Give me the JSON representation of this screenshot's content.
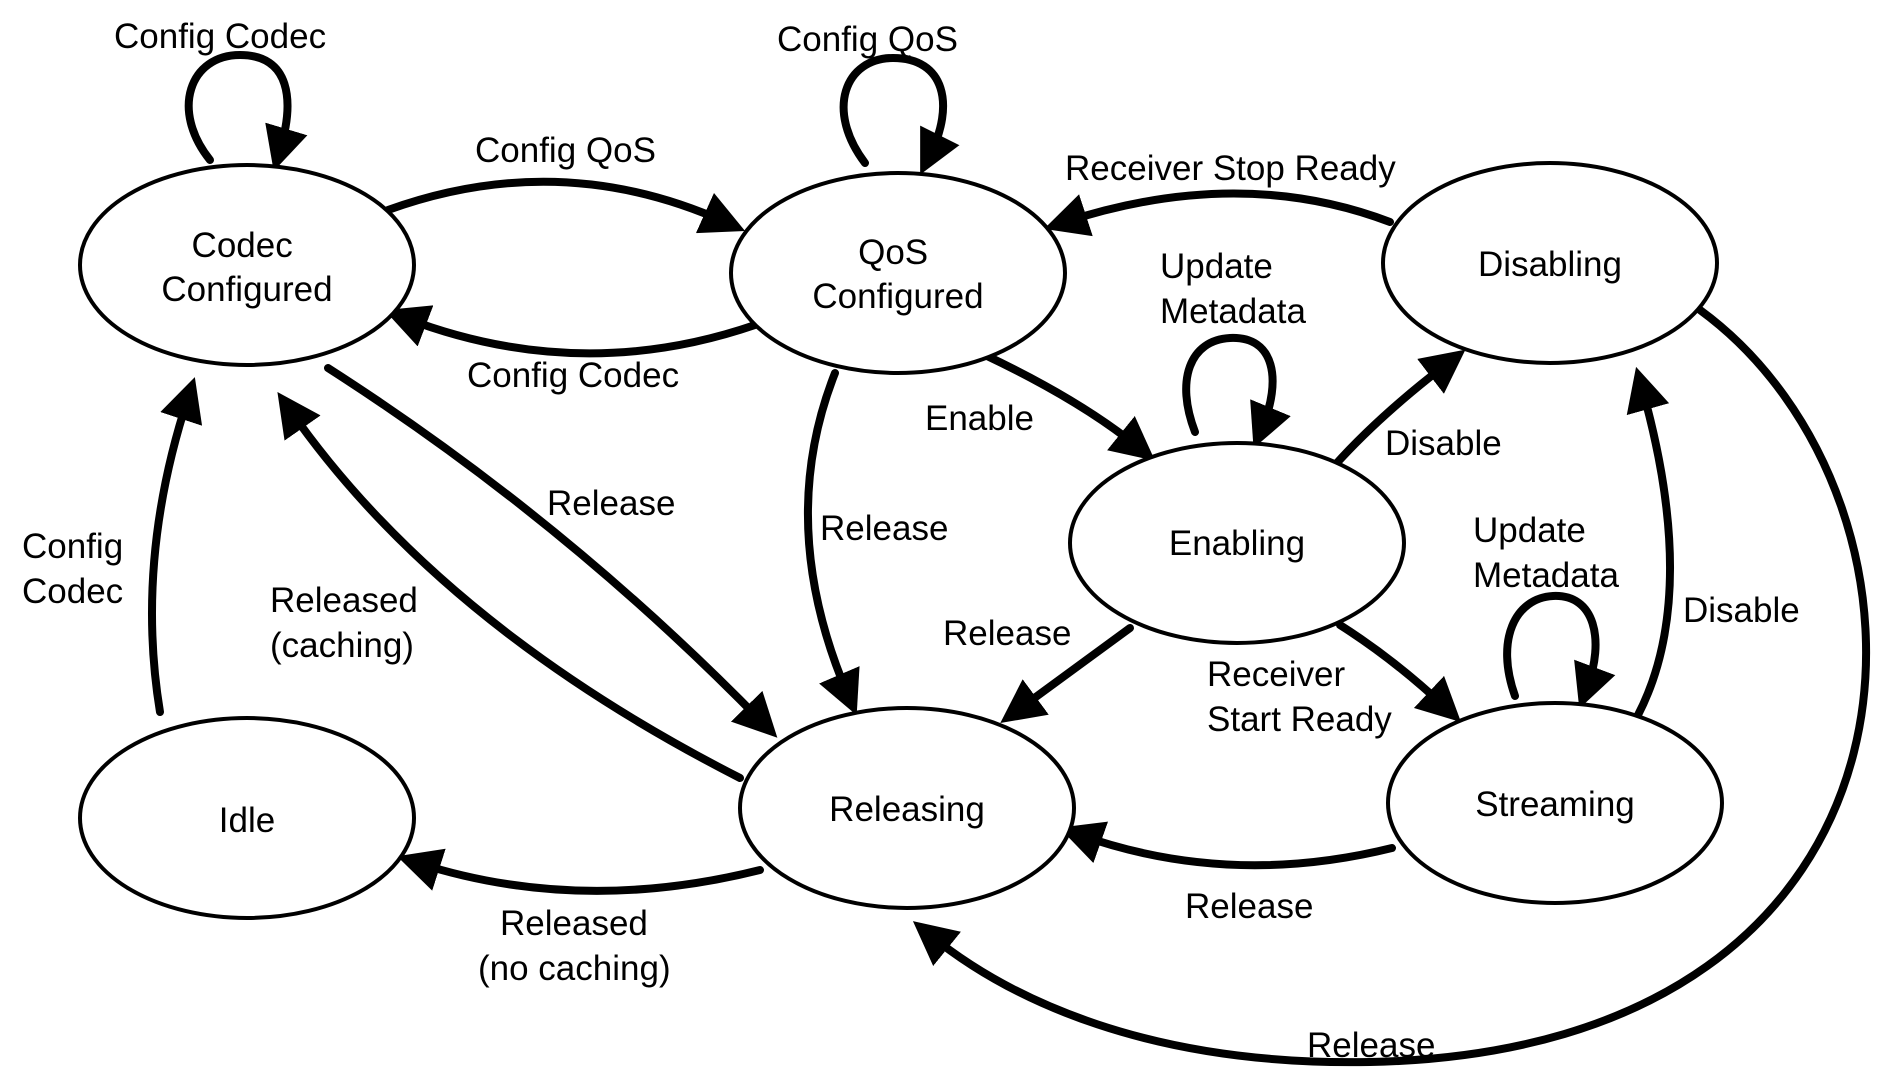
{
  "states": {
    "codec_configured": [
      "Codec",
      "Configured"
    ],
    "qos_configured": [
      "QoS",
      "Configured"
    ],
    "disabling": [
      "Disabling"
    ],
    "enabling": [
      "Enabling"
    ],
    "idle": [
      "Idle"
    ],
    "releasing": [
      "Releasing"
    ],
    "streaming": [
      "Streaming"
    ]
  },
  "transitions": {
    "codec_self": [
      "Config Codec"
    ],
    "qos_self": [
      "Config QoS"
    ],
    "codec_to_qos": [
      "Config QoS"
    ],
    "qos_to_codec": [
      "Config Codec"
    ],
    "disabling_to_qos": [
      "Receiver Stop Ready"
    ],
    "enabling_self": [
      "Update",
      "Metadata"
    ],
    "qos_to_enabling": [
      "Enable"
    ],
    "enabling_to_disabling": [
      "Disable"
    ],
    "codec_to_releasing": [
      "Release"
    ],
    "qos_to_releasing": [
      "Release"
    ],
    "idle_to_codec": [
      "Config",
      "Codec"
    ],
    "releasing_to_codec": [
      "Released",
      "(caching)"
    ],
    "enabling_to_releasing": [
      "Release"
    ],
    "enabling_to_streaming": [
      "Receiver",
      "Start Ready"
    ],
    "streaming_self": [
      "Update",
      "Metadata"
    ],
    "streaming_to_disabling": [
      "Disable"
    ],
    "streaming_to_releasing": [
      "Release"
    ],
    "releasing_to_idle": [
      "Released",
      "(no caching)"
    ],
    "disabling_to_releasing": [
      "Release"
    ]
  }
}
